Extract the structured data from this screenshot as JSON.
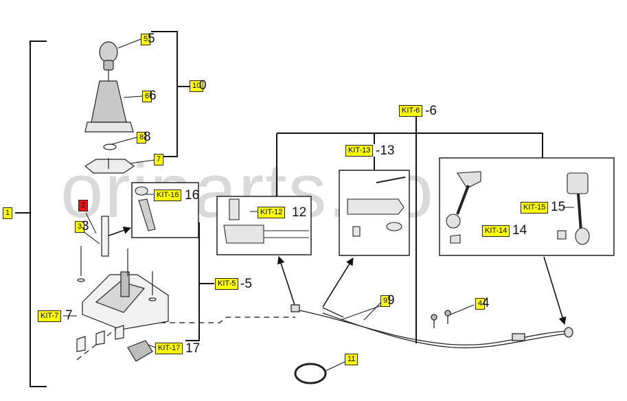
{
  "watermark": "oriparts.com",
  "callouts": {
    "c1": "1",
    "c2": "2",
    "c3": "3",
    "c4": "4",
    "c5": "5",
    "c6": "6",
    "c7": "7",
    "c8": "8",
    "c9": "9",
    "c10": "10",
    "c11": "11",
    "kit5": "KIT-5",
    "kit6": "KIT-6",
    "kit7": "KIT-7",
    "kit12": "KIT-12",
    "kit13": "KIT-13",
    "kit14": "KIT-14",
    "kit15": "KIT-15",
    "kit16": "KIT-16",
    "kit17": "KIT-17"
  },
  "numbers": {
    "n4": "4",
    "n5": "5",
    "n6": "6",
    "n8": "8",
    "n9": "9",
    "n10": "0",
    "kit5": "-5",
    "kit6": "-6",
    "kit7": "7",
    "kit12": "12",
    "kit13": "-13",
    "kit14": "14",
    "kit15": "15",
    "kit16": "16",
    "kit17": "17",
    "n3": "3"
  },
  "colors": {
    "label_fill": "#ffff00",
    "label_alert": "#ee1111",
    "line": "#111111",
    "watermark": "#d9d9d9"
  }
}
